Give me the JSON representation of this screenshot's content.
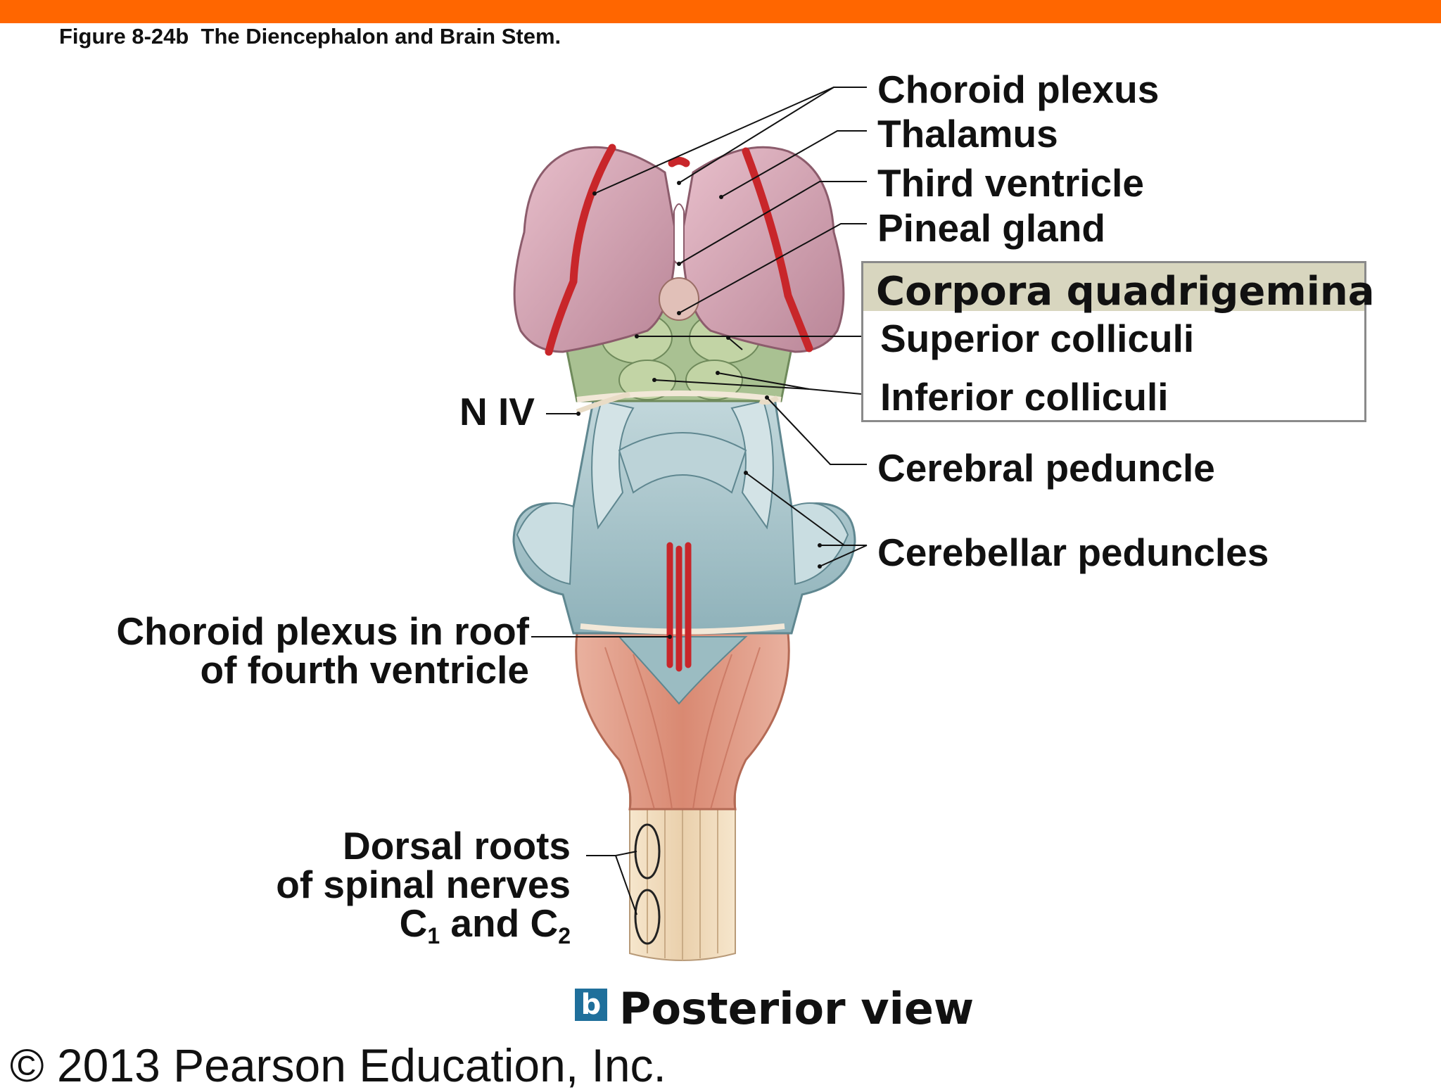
{
  "header": {
    "figure_title": "Figure 8-24b  The Diencephalon and Brain Stem."
  },
  "labels": {
    "choroid_plexus": "Choroid plexus",
    "thalamus": "Thalamus",
    "third_ventricle": "Third ventricle",
    "pineal_gland": "Pineal gland",
    "corpora_quadrigemina": "Corpora quadrigemina",
    "superior_colliculi": "Superior colliculi",
    "inferior_colliculi": "Inferior colliculi",
    "cerebral_peduncle": "Cerebral peduncle",
    "cerebellar_peduncles": "Cerebellar peduncles",
    "n_iv": "N IV",
    "choroid_roof_line1": "Choroid plexus in roof",
    "choroid_roof_line2": "of fourth ventricle",
    "dorsal_roots_line1": "Dorsal roots",
    "dorsal_roots_line2": "of spinal nerves",
    "dorsal_roots_c": "C",
    "dorsal_roots_sub1": "1",
    "dorsal_roots_and": " and C",
    "dorsal_roots_sub2": "2"
  },
  "view": {
    "badge": "b",
    "label": "Posterior view"
  },
  "footer": {
    "copyright": "© 2013 Pearson Education, Inc."
  },
  "colors": {
    "accent_bar": "#ff6600",
    "thalamus": "#d6a3b3",
    "choroid": "#c8262a",
    "colliculi": "#b8cc95",
    "peduncle": "#a9c6cc",
    "medulla": "#e3a08e",
    "spinal_cord": "#f2dcc0",
    "box_header": "#d8d6bf"
  }
}
